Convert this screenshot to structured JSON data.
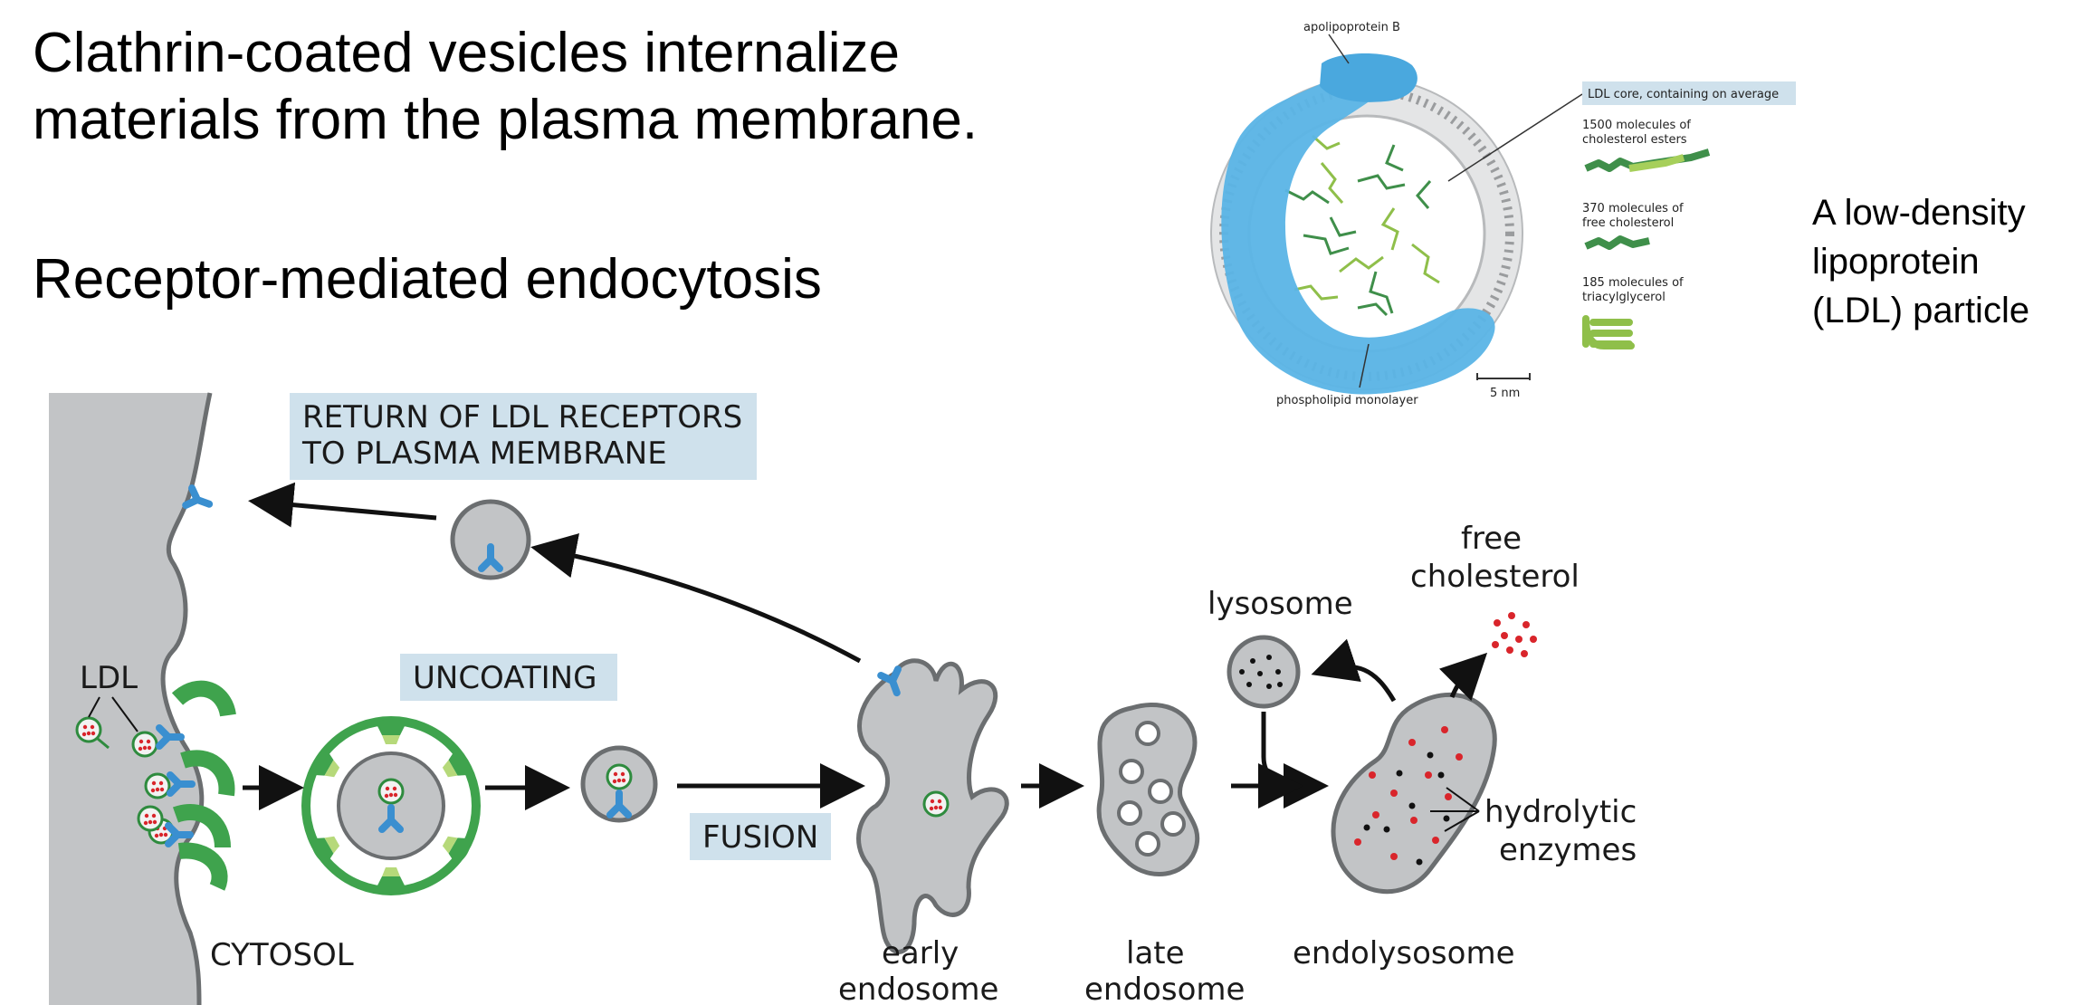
{
  "slide": {
    "title_line1": "Clathrin-coated vesicles internalize",
    "title_line2": "materials from the plasma membrane.",
    "subtitle": "Receptor-mediated endocytosis"
  },
  "ldl_panel": {
    "caption_line1": "A low-density",
    "caption_line2": "lipoprotein",
    "caption_line3": "(LDL) particle",
    "apolipoprotein_label": "apolipoprotein B",
    "core_label": "LDL core, containing on average",
    "esters_line1": "1500 molecules of",
    "esters_line2": "cholesterol esters",
    "free_line1": "370 molecules of",
    "free_line2": "free cholesterol",
    "tri_line1": "185 molecules of",
    "tri_line2": "triacylglycerol",
    "monolayer_label": "phospholipid monolayer",
    "scale_label": "5 nm"
  },
  "pathway": {
    "return_line1": "RETURN OF LDL RECEPTORS",
    "return_line2": "TO PLASMA MEMBRANE",
    "uncoating": "UNCOATING",
    "fusion": "FUSION",
    "ldl": "LDL",
    "cytosol": "CYTOSOL",
    "lysosome": "lysosome",
    "free_cholesterol_line1": "free",
    "free_cholesterol_line2": "cholesterol",
    "hydrolytic_line1": "hydrolytic",
    "hydrolytic_line2": "enzymes",
    "early_line1": "early",
    "early_line2": "endosome",
    "late_line1": "late",
    "late_line2": "endosome",
    "endolysosome": "endolysosome"
  },
  "colors": {
    "membrane_gray": "#c2c4c6",
    "outline": "#6b6e70",
    "clathrin_green": "#3fa34d",
    "receptor_blue": "#3a8fd0",
    "apoB_blue": "#5ab4e6",
    "label_box": "#cfe1ec",
    "cholesterol_red": "#d9252b",
    "enzyme_dots": "#111111"
  }
}
